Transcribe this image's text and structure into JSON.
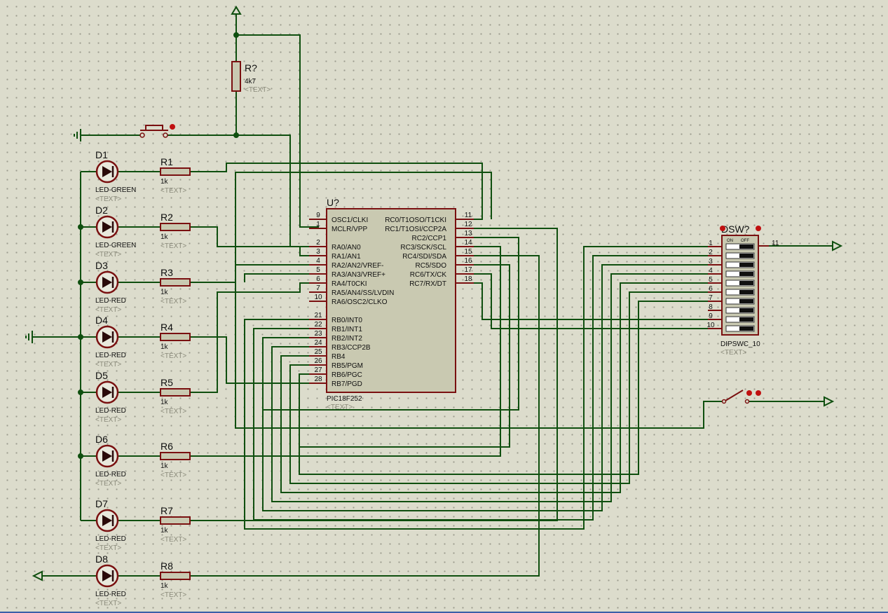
{
  "colors": {
    "wire": "#0f4f0f",
    "part_outline": "#7a1010",
    "part_fill": "#c9c9b1",
    "text_dark": "#101010",
    "text_grey": "#8a8a7a",
    "ground_arrow": "#0f4f0f",
    "canvas": "#dcdccc"
  },
  "pullup_resistor": {
    "ref": "R?",
    "value": "4k7",
    "text": "<TEXT>"
  },
  "chip": {
    "ref": "U?",
    "part": "PIC18F252",
    "text": "<TEXT>",
    "left_pins": [
      {
        "num": "9",
        "name": "OSC1/CLKI"
      },
      {
        "num": "1",
        "name": "MCLR/VPP"
      },
      {
        "num": "2",
        "name": "RA0/AN0"
      },
      {
        "num": "3",
        "name": "RA1/AN1"
      },
      {
        "num": "4",
        "name": "RA2/AN2/VREF-"
      },
      {
        "num": "5",
        "name": "RA3/AN3/VREF+"
      },
      {
        "num": "6",
        "name": "RA4/T0CKI"
      },
      {
        "num": "7",
        "name": "RA5/AN4/SS/LVDIN"
      },
      {
        "num": "10",
        "name": "RA6/OSC2/CLKO"
      },
      {
        "num": "21",
        "name": "RB0/INT0"
      },
      {
        "num": "22",
        "name": "RB1/INT1"
      },
      {
        "num": "23",
        "name": "RB2/INT2"
      },
      {
        "num": "24",
        "name": "RB3/CCP2B"
      },
      {
        "num": "25",
        "name": "RB4"
      },
      {
        "num": "26",
        "name": "RB5/PGM"
      },
      {
        "num": "27",
        "name": "RB6/PGC"
      },
      {
        "num": "28",
        "name": "RB7/PGD"
      }
    ],
    "right_pins": [
      {
        "num": "11",
        "name": "RC0/T1OSO/T1CKI"
      },
      {
        "num": "12",
        "name": "RC1/T1OSI/CCP2A"
      },
      {
        "num": "13",
        "name": "RC2/CCP1"
      },
      {
        "num": "14",
        "name": "RC3/SCK/SCL"
      },
      {
        "num": "15",
        "name": "RC4/SDI/SDA"
      },
      {
        "num": "16",
        "name": "RC5/SDO"
      },
      {
        "num": "17",
        "name": "RC6/TX/CK"
      },
      {
        "num": "18",
        "name": "RC7/RX/DT"
      }
    ]
  },
  "leds": [
    {
      "ref": "D1",
      "type": "LED-GREEN",
      "text": "<TEXT>"
    },
    {
      "ref": "D2",
      "type": "LED-GREEN",
      "text": "<TEXT>"
    },
    {
      "ref": "D3",
      "type": "LED-RED",
      "text": "<TEXT>"
    },
    {
      "ref": "D4",
      "type": "LED-RED",
      "text": "<TEXT>"
    },
    {
      "ref": "D5",
      "type": "LED-RED",
      "text": "<TEXT>"
    },
    {
      "ref": "D6",
      "type": "LED-RED",
      "text": "<TEXT>"
    },
    {
      "ref": "D7",
      "type": "LED-RED",
      "text": "<TEXT>"
    },
    {
      "ref": "D8",
      "type": "LED-RED",
      "text": "<TEXT>"
    }
  ],
  "resistors": [
    {
      "ref": "R1",
      "value": "1k",
      "text": "<TEXT>"
    },
    {
      "ref": "R2",
      "value": "1k",
      "text": "<TEXT>"
    },
    {
      "ref": "R3",
      "value": "1k",
      "text": "<TEXT>"
    },
    {
      "ref": "R4",
      "value": "1k",
      "text": "<TEXT>"
    },
    {
      "ref": "R5",
      "value": "1k",
      "text": "<TEXT>"
    },
    {
      "ref": "R6",
      "value": "1k",
      "text": "<TEXT>"
    },
    {
      "ref": "R7",
      "value": "1k",
      "text": "<TEXT>"
    },
    {
      "ref": "R8",
      "value": "1k",
      "text": "<TEXT>"
    }
  ],
  "dipswitch": {
    "ref": "DSW?",
    "part": "DIPSWC_10",
    "text": "<TEXT>",
    "on_label": "ON",
    "off_label": "OFF",
    "pins_left": [
      "1",
      "2",
      "3",
      "4",
      "5",
      "6",
      "7",
      "8",
      "9",
      "10"
    ],
    "pin_common": "11"
  },
  "icons": [
    "ground-icon",
    "power-arrow-icon",
    "led-diode-icon",
    "resistor-icon",
    "push-button-icon",
    "switch-icon",
    "dip-switch-icon"
  ]
}
